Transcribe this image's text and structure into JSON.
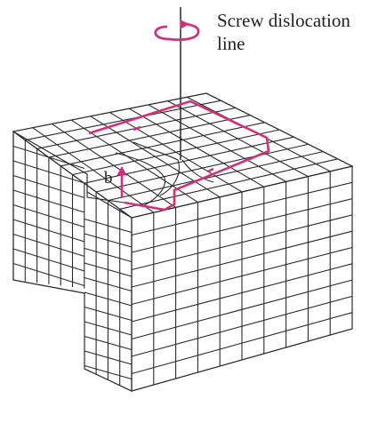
{
  "diagram": {
    "title_line_1": "Screw dislocation",
    "title_line_2": "line",
    "burgers_vector_label": "b",
    "colors": {
      "circuit": "#d1307a",
      "grid": "#2a2a2a",
      "background": "#ffffff"
    }
  }
}
